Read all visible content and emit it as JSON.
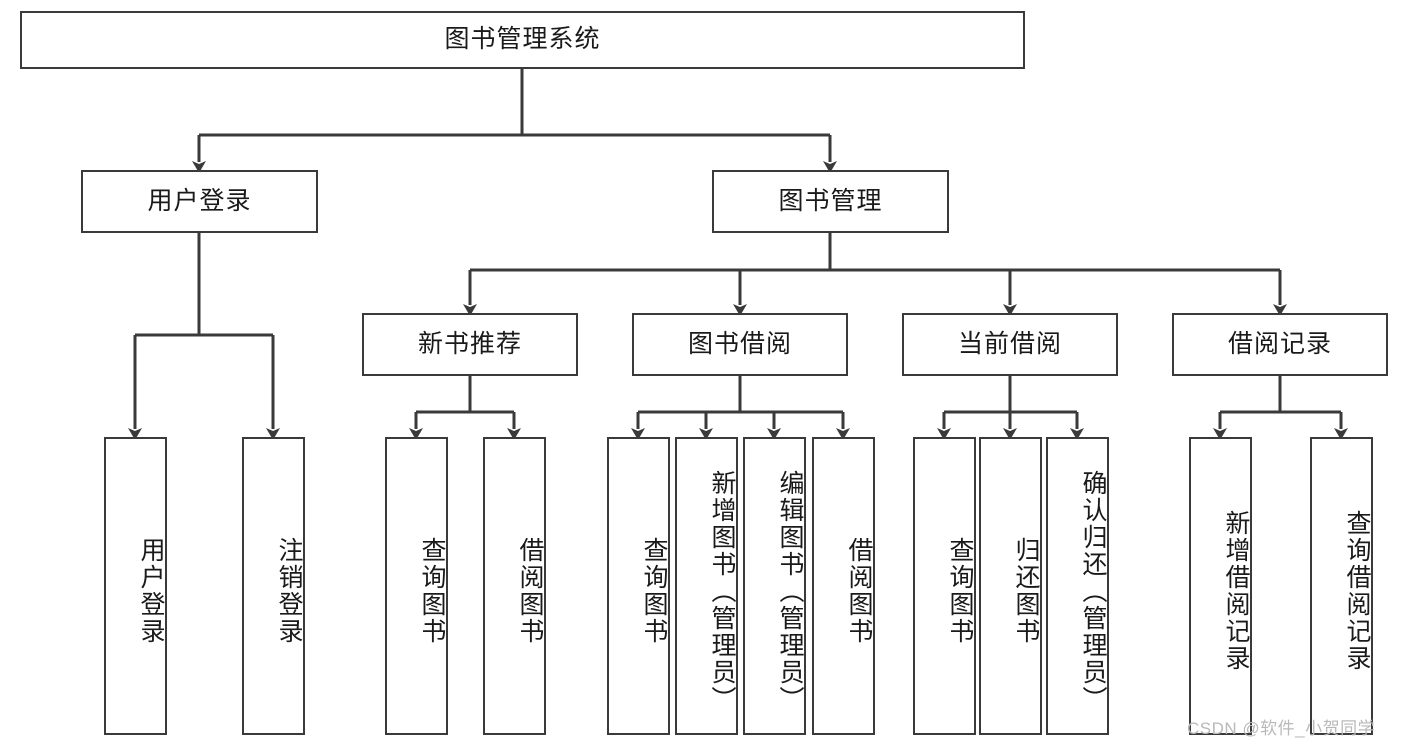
{
  "diagram": {
    "type": "tree-hierarchy",
    "title": "图书管理系统",
    "root": {
      "label": "图书管理系统"
    },
    "level2": [
      {
        "id": "user-login",
        "label": "用户登录"
      },
      {
        "id": "book-management",
        "label": "图书管理"
      }
    ],
    "level3": [
      {
        "id": "new-book-recommend",
        "label": "新书推荐",
        "parent": "book-management"
      },
      {
        "id": "book-borrow",
        "label": "图书借阅",
        "parent": "book-management"
      },
      {
        "id": "current-borrow",
        "label": "当前借阅",
        "parent": "book-management"
      },
      {
        "id": "borrow-record",
        "label": "借阅记录",
        "parent": "book-management"
      }
    ],
    "leaves": [
      {
        "id": "leaf-user-login",
        "label": "用户登录",
        "parent": "user-login"
      },
      {
        "id": "leaf-user-logout",
        "label": "注销登录",
        "parent": "user-login"
      },
      {
        "id": "leaf-query-book-1",
        "label": "查询图书",
        "parent": "new-book-recommend"
      },
      {
        "id": "leaf-borrow-book-1",
        "label": "借阅图书",
        "parent": "new-book-recommend"
      },
      {
        "id": "leaf-query-book-2",
        "label": "查询图书",
        "parent": "book-borrow"
      },
      {
        "id": "leaf-add-book",
        "label": "新增图书（管理员）",
        "parent": "book-borrow"
      },
      {
        "id": "leaf-edit-book",
        "label": "编辑图书（管理员）",
        "parent": "book-borrow"
      },
      {
        "id": "leaf-borrow-book-2",
        "label": "借阅图书",
        "parent": "book-borrow"
      },
      {
        "id": "leaf-query-book-3",
        "label": "查询图书",
        "parent": "current-borrow"
      },
      {
        "id": "leaf-return-book",
        "label": "归还图书",
        "parent": "current-borrow"
      },
      {
        "id": "leaf-confirm-return",
        "label": "确认归还（管理员）",
        "parent": "current-borrow"
      },
      {
        "id": "leaf-add-record",
        "label": "新增借阅记录",
        "parent": "borrow-record"
      },
      {
        "id": "leaf-query-record",
        "label": "查询借阅记录",
        "parent": "borrow-record"
      }
    ],
    "colors": {
      "border": "#3a3a3a",
      "text": "#1a1a1a",
      "background": "#ffffff",
      "watermark": "#b9b9b9"
    }
  },
  "watermark": {
    "text": "CSDN @软件_小贺同学"
  }
}
